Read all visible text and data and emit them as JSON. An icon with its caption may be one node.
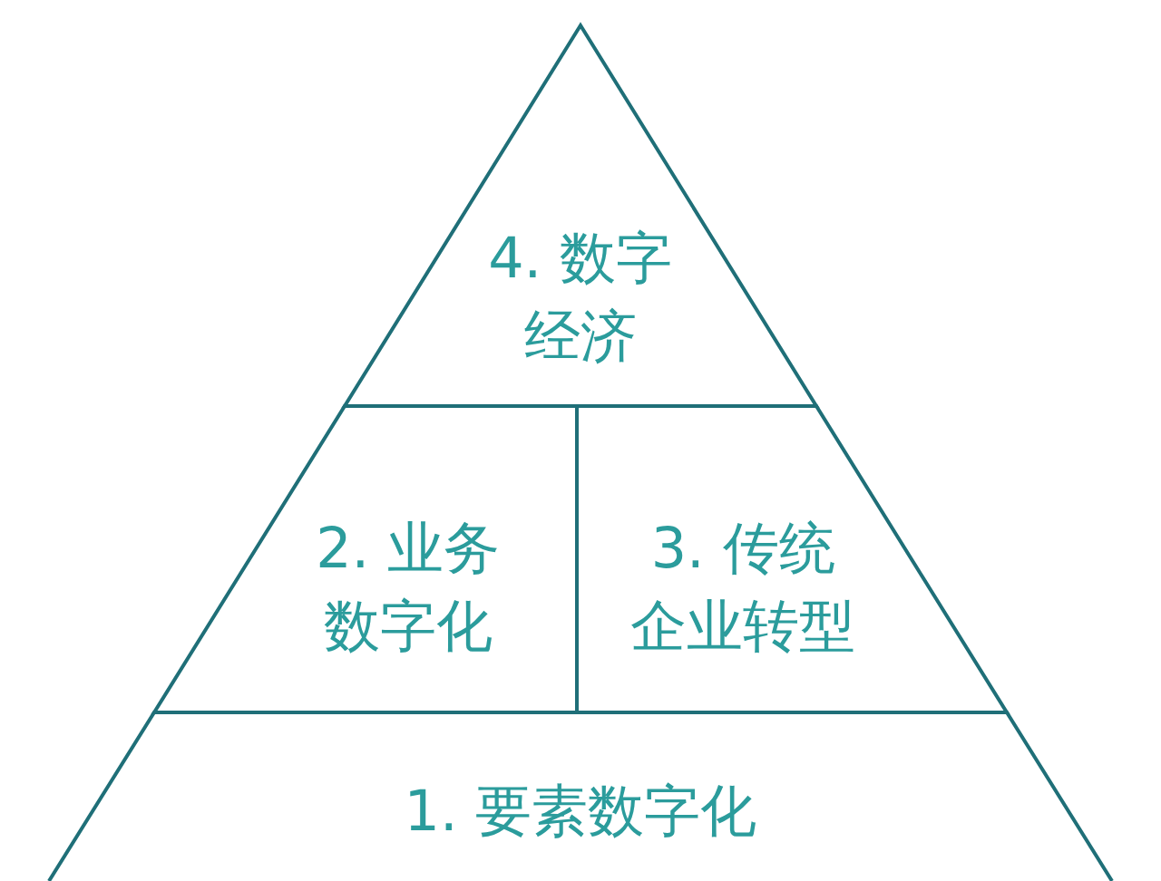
{
  "diagram": {
    "nodes": [
      {
        "text": [
          "4. 数字经济"
        ]
      },
      {
        "text": [
          "2. 业务数字化"
        ]
      },
      {
        "text": [
          "3. 传统企业转型"
        ]
      },
      {
        "text": [
          "1. 要素数字化"
        ]
      }
    ]
  }
}
